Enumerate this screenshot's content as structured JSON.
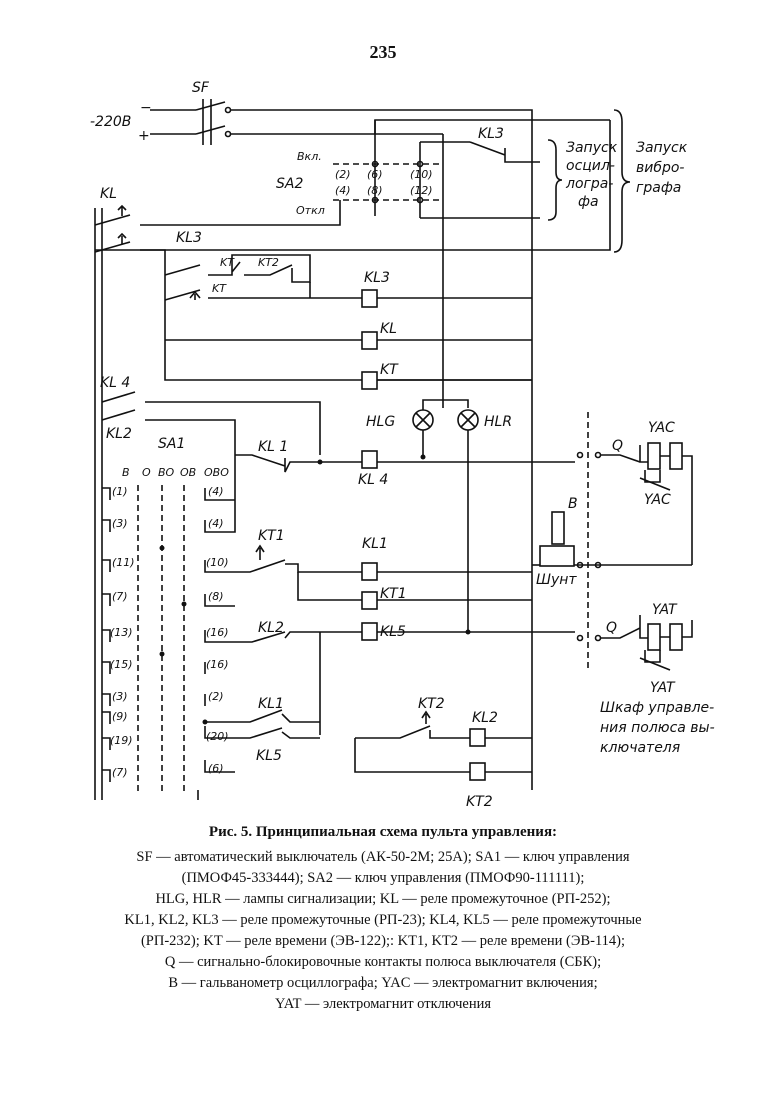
{
  "page_number": "235",
  "figure": {
    "caption_title": "Рис. 5. Принципиальная схема пульта управления:",
    "legend_lines": [
      "SF — автоматический выключатель (АК-50-2М; 25А); SA1 — ключ управления",
      "(ПМОФ45-333444); SA2 — ключ управления (ПМОФ90-111111);",
      "HLG, HLR — лампы сигнализации; KL — реле промежуточное (РП-252);",
      "KL1, KL2, KL3 — реле промежуточные (РП-23); KL4, KL5 — реле промежуточные",
      "(РП-232); KT — реле времени (ЭВ-122);: KT1, KT2 — реле времени (ЭВ-114);",
      "Q — сигнально-блокировочные контакты полюса выключателя (СБК);",
      "В — гальванометр осциллографа; YAC — электромагнит включения;",
      "YAT — электромагнит отключения"
    ]
  },
  "labels": {
    "sf": "SF",
    "voltage": "-220В",
    "minus": "−",
    "plus": "+",
    "kl3_top": "KL3",
    "vkl": "Вкл.",
    "otkl": "Откл",
    "sa2": "SA2",
    "c2": "(2)",
    "c4": "(4)",
    "c6": "(6)",
    "c8": "(8)",
    "c10": "(10)",
    "c12": "(12)",
    "osc_1": "Запуск",
    "osc_2": "осцил-",
    "osc_3": "логра-",
    "osc_4": "фа",
    "vib_1": "Запуск",
    "vib_2": "вибро-",
    "vib_3": "графа",
    "kl": "KL",
    "kl3_b": "KL3",
    "kt_a": "KT",
    "kt2_a": "KT2",
    "kt_b": "KT",
    "coil_kl3": "KL3",
    "coil_kl": "KL",
    "coil_kt": "KT",
    "kl4": "KL 4",
    "kl2": "KL2",
    "sa1": "SA1",
    "hlg": "HLG",
    "hlr": "HLR",
    "kl1_a": "KL 1",
    "coil_kl4": "KL 4",
    "yac_1": "YAC",
    "yac_2": "YAC",
    "q_1": "Q",
    "b_label": "B",
    "shunt": "Шунт",
    "kt1": "KT1",
    "coil_kl1": "KL1",
    "coil_kt1": "KT1",
    "kl2_b": "KL2",
    "coil_kl5": "KL5",
    "q_2": "Q",
    "yat_1": "YAT",
    "yat_2": "YAT",
    "kl1_b": "KL1",
    "kl5": "KL5",
    "kt2_b": "KT2",
    "coil_kl2": "KL2",
    "coil_kt2": "KT2",
    "cab_1": "Шкаф управле-",
    "cab_2": "ния полюса вы-",
    "cab_3": "ключателя",
    "sa1_cols": [
      "В",
      "О",
      "ВО",
      "ОВ",
      "ОВО"
    ],
    "sa1_left": [
      "(1)",
      "(3)",
      "(11)",
      "(7)",
      "(13)",
      "(15)",
      "(3)",
      "(9)",
      "(19)",
      "(7)"
    ],
    "sa1_right": [
      "(4)",
      "(4)",
      "(10)",
      "(8)",
      "(16)",
      "(16)",
      "(2)",
      "(20)",
      "(6)"
    ]
  }
}
